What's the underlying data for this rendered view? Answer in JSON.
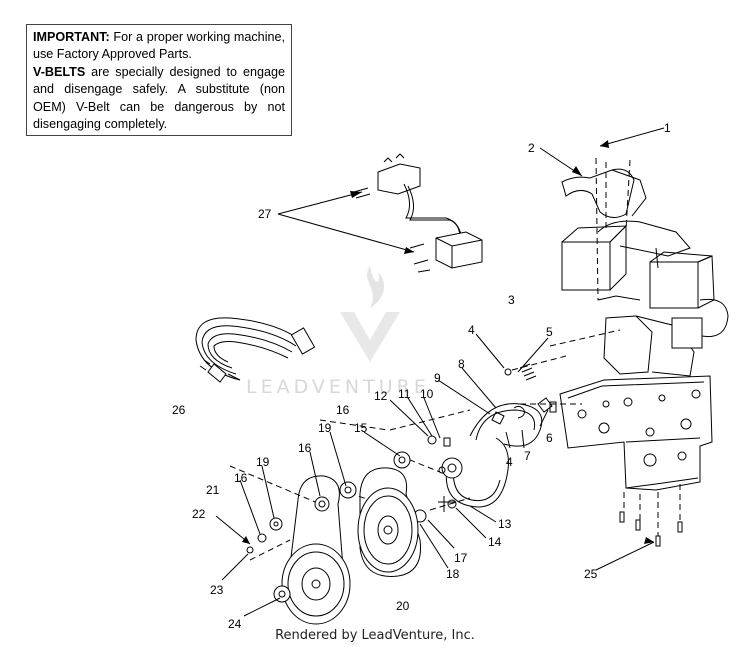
{
  "notice": {
    "line1_bold": "IMPORTANT:",
    "line1_rest": " For a proper working machine, use Factory Approved Parts.",
    "line2_bold": "V-BELTS",
    "line2_rest": " are specially designed to engage and disengage safely. A substitute (non OEM) V-Belt can be dangerous by not disengaging completely."
  },
  "callouts": {
    "c1": "1",
    "c2": "2",
    "c3": "3",
    "c4a": "4",
    "c4b": "4",
    "c5": "5",
    "c6": "6",
    "c7": "7",
    "c8": "8",
    "c9": "9",
    "c10": "10",
    "c11": "11",
    "c12": "12",
    "c13": "13",
    "c14": "14",
    "c15": "15",
    "c16a": "16",
    "c16b": "16",
    "c16c": "16",
    "c17": "17",
    "c18": "18",
    "c19a": "19",
    "c19b": "19",
    "c20": "20",
    "c21": "21",
    "c22": "22",
    "c23": "23",
    "c24": "24",
    "c25": "25",
    "c26": "26",
    "c27": "27"
  },
  "watermark": "LEADVENTURE",
  "footer": "Rendered by LeadVenture, Inc."
}
